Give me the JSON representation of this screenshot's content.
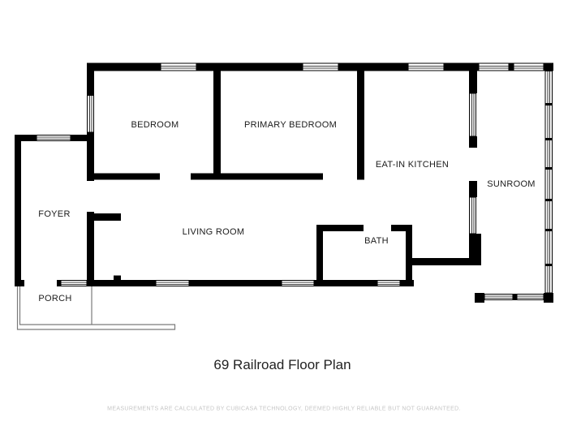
{
  "floor_plan": {
    "title": "69 Railroad Floor Plan",
    "disclaimer": "MEASUREMENTS ARE CALCULATED BY CUBICASA TECHNOLOGY, DEEMED HIGHLY RELIABLE BUT NOT GUARANTEED.",
    "rooms": [
      {
        "id": "bedroom",
        "label": "BEDROOM"
      },
      {
        "id": "primary-bedroom",
        "label": "PRIMARY BEDROOM"
      },
      {
        "id": "eat-in-kitchen",
        "label": "EAT-IN KITCHEN"
      },
      {
        "id": "sunroom",
        "label": "SUNROOM"
      },
      {
        "id": "foyer",
        "label": "FOYER"
      },
      {
        "id": "living-room",
        "label": "LIVING ROOM"
      },
      {
        "id": "bath",
        "label": "BATH"
      },
      {
        "id": "porch",
        "label": "PORCH"
      }
    ],
    "colors": {
      "wall": "#000000",
      "background": "#ffffff",
      "porch_outline": "#7a7a7a",
      "label_text": "#1b1b1b",
      "disclaimer_text": "#c6c6c6"
    }
  }
}
